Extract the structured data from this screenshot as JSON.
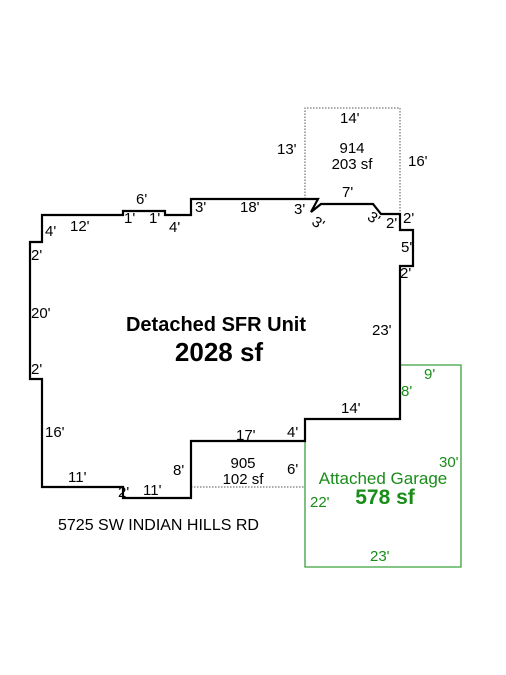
{
  "colors": {
    "main_outline": "#000000",
    "garage_outline": "#3aa03a",
    "garage_text": "#1a8c1a",
    "annex_outline": "#555555"
  },
  "main_unit": {
    "label": "Detached SFR Unit",
    "area": "2028 sf",
    "dims": [
      "6'",
      "1'",
      "1'",
      "3'",
      "18'",
      "3'",
      "7'",
      "3'",
      "3'",
      "2'",
      "2'",
      "5'",
      "2'",
      "23'",
      "4'",
      "12'",
      "4'",
      "2'",
      "20'",
      "2'",
      "16'",
      "11'",
      "2'",
      "11'",
      "8'",
      "17'",
      "4'",
      "14'",
      "6'",
      "8'"
    ]
  },
  "top_annex": {
    "code": "914",
    "area": "203 sf",
    "dims": [
      "14'",
      "13'",
      "16'"
    ]
  },
  "bottom_annex": {
    "code": "905",
    "area": "102 sf"
  },
  "garage": {
    "label": "Attached Garage",
    "area": "578 sf",
    "dims": [
      "9'",
      "30'",
      "22'",
      "23'"
    ]
  },
  "address": "5725 SW INDIAN HILLS RD"
}
